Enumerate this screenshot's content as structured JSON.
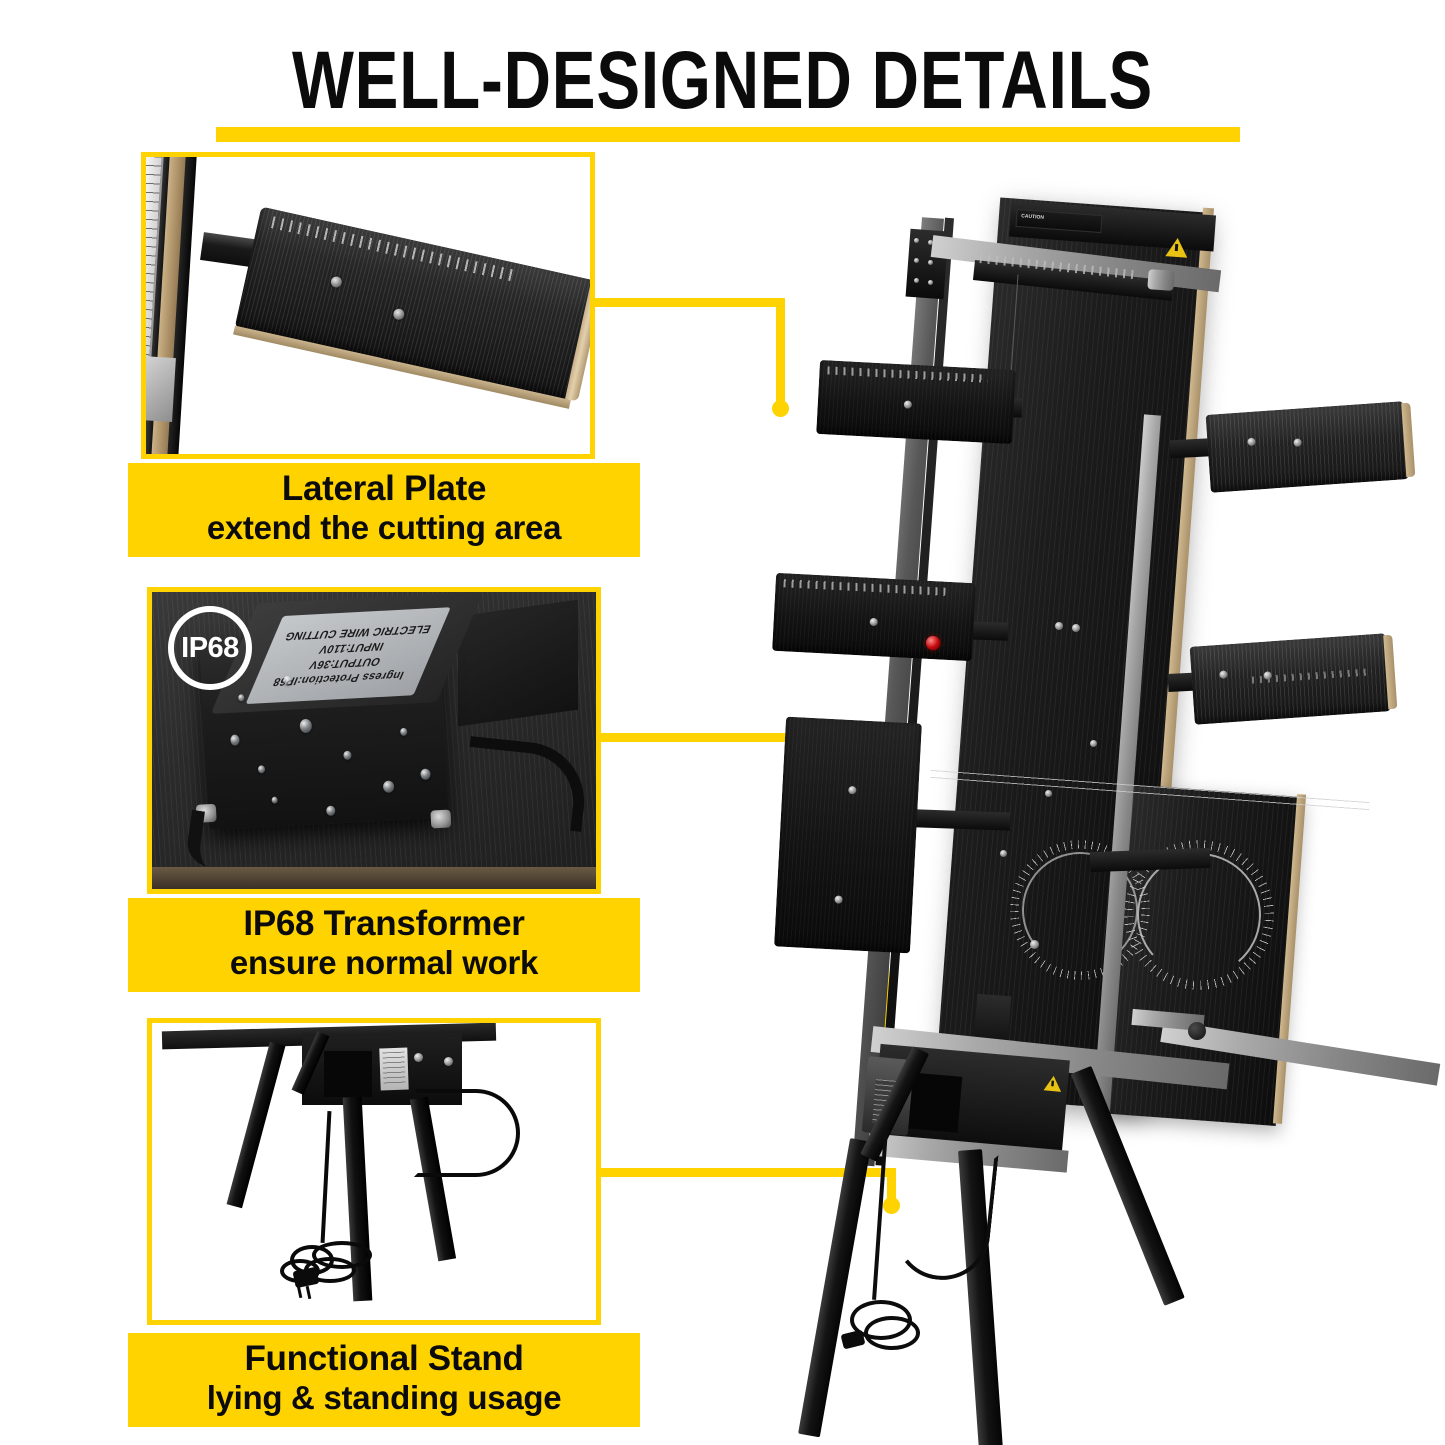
{
  "header": {
    "title": "WELL-DESIGNED DETAILS",
    "accent_color": "#FFD300",
    "text_color": "#0b0b0b"
  },
  "features": [
    {
      "id": "lateral-plate",
      "title": "Lateral Plate",
      "subtitle": "extend the cutting area",
      "photo_alt": "Close-up of black lateral plate mounted on the ruler rail"
    },
    {
      "id": "ip68-transformer",
      "title": "IP68 Transformer",
      "subtitle": "ensure normal work",
      "badge": "IP68",
      "photo_alt": "Water-beaded black transformer box with silver spec label",
      "transformer_label": {
        "line1": "ELECTRIC WIRE CUTTING",
        "line2": "INPUT:110V",
        "line3": "OUTPUT:36V",
        "line4": "Ingress Protection:IP68"
      }
    },
    {
      "id": "functional-stand",
      "title": "Functional Stand",
      "subtitle": "lying & standing usage",
      "photo_alt": "Tripod stand legs with coiled power cord and plug"
    }
  ],
  "hero": {
    "alt": "Electric hot wire foam cutting table standing upright on tripod stand with lateral plates",
    "caution_label": "CAUTION",
    "warning_symbol": "warning-triangle"
  }
}
